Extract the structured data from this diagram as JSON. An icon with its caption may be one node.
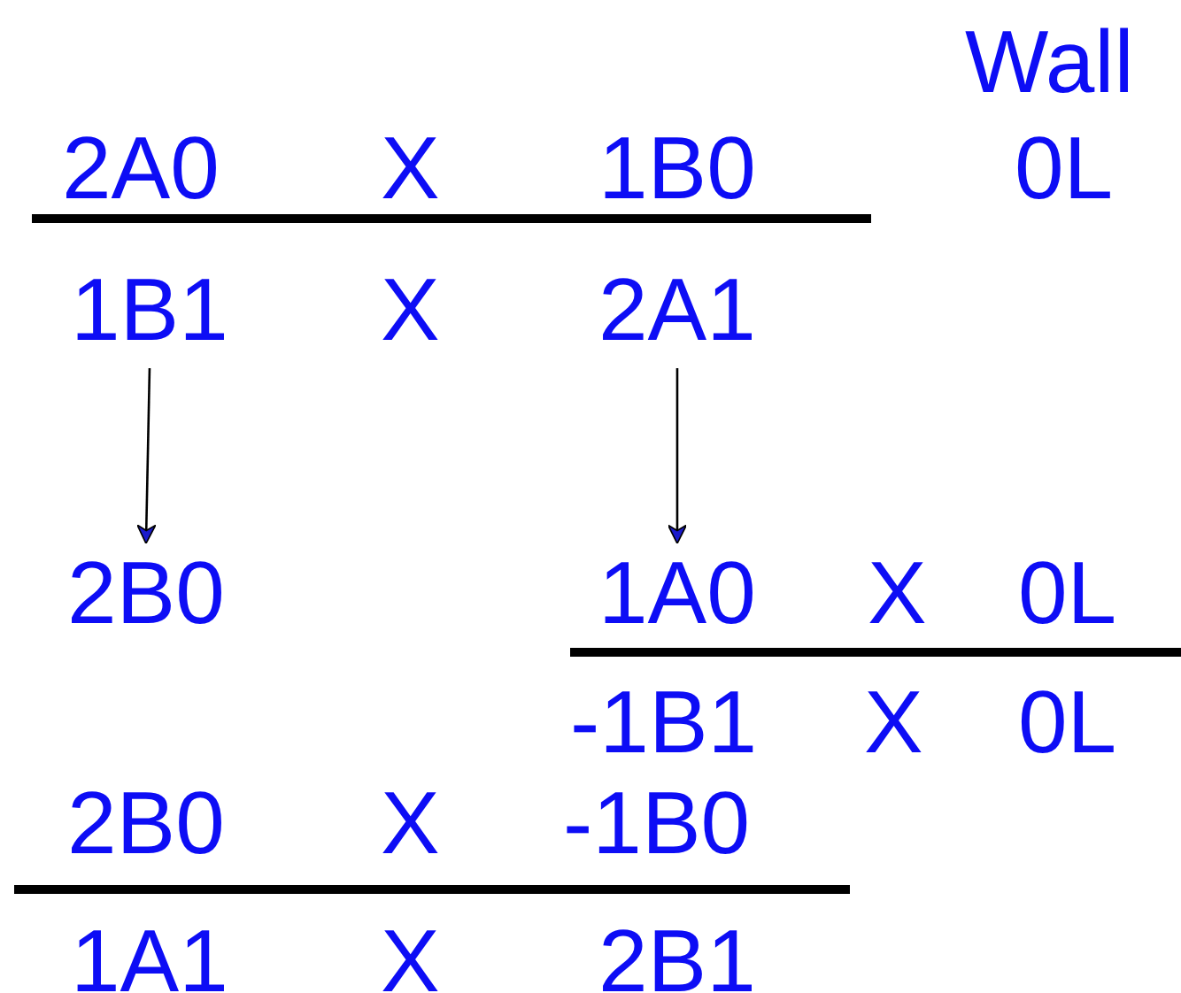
{
  "diagram": {
    "nodes": [
      {
        "text": [
          "1B1"
        ]
      },
      {
        "text": [
          "2A1"
        ]
      },
      {
        "text": [
          "2B0"
        ]
      },
      {
        "text": [
          "1A0"
        ]
      }
    ],
    "edges": [
      {
        "from": 0,
        "to": 2,
        "arrow": "to"
      },
      {
        "from": 1,
        "to": 3,
        "arrow": "to"
      }
    ],
    "labels": [
      "Wall",
      "2A0",
      "X",
      "1B0",
      "0L",
      "X",
      "X",
      "0L",
      "-1B1",
      "X",
      "0L",
      "2B0",
      "X",
      "-1B0",
      "1A1",
      "X",
      "2B1"
    ]
  }
}
